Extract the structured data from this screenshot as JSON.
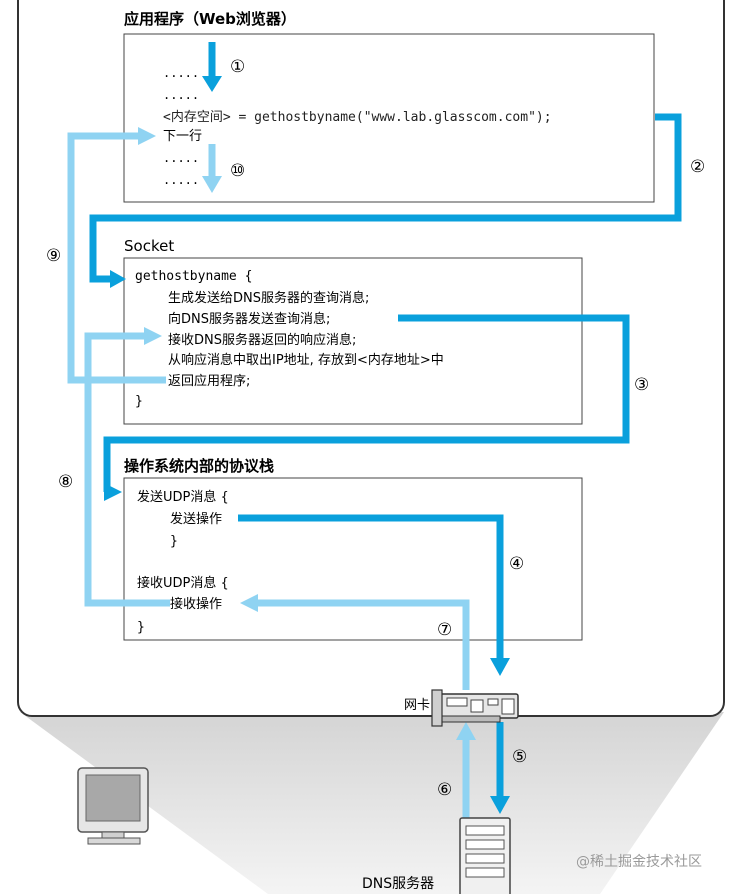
{
  "app_section": {
    "title": "应用程序（Web浏览器）",
    "dots_1": ".....",
    "dots_2": ".....",
    "call_line": "<内存空间> = gethostbyname(\"www.lab.glasscom.com\");",
    "next_line": "下一行",
    "dots_3": ".....",
    "dots_4": "....."
  },
  "socket_section": {
    "title": "Socket",
    "func_open": "gethostbyname  {",
    "line_1": "生成发送给DNS服务器的查询消息;",
    "line_2": "向DNS服务器发送查询消息;",
    "line_3": "接收DNS服务器返回的响应消息;",
    "line_4": "从响应消息中取出IP地址, 存放到<内存地址>中",
    "line_5": "返回应用程序;",
    "func_close": "}"
  },
  "os_section": {
    "title": "操作系统内部的协议栈",
    "send_open": "发送UDP消息  {",
    "send_op": "发送操作",
    "send_close": "}",
    "recv_open": "接收UDP消息  {",
    "recv_op": "接收操作",
    "recv_close": "}"
  },
  "labels": {
    "nic": "网卡",
    "dns_server": "DNS服务器",
    "watermark": "@稀土掘金技术社区"
  },
  "steps": [
    "①",
    "②",
    "③",
    "④",
    "⑤",
    "⑥",
    "⑦",
    "⑧",
    "⑨",
    "⑩"
  ],
  "colors": {
    "dark_arrow": "#0aa0dc",
    "light_arrow": "#8fd3f2",
    "frame": "#333333",
    "shadow": "#d8d8d8"
  }
}
